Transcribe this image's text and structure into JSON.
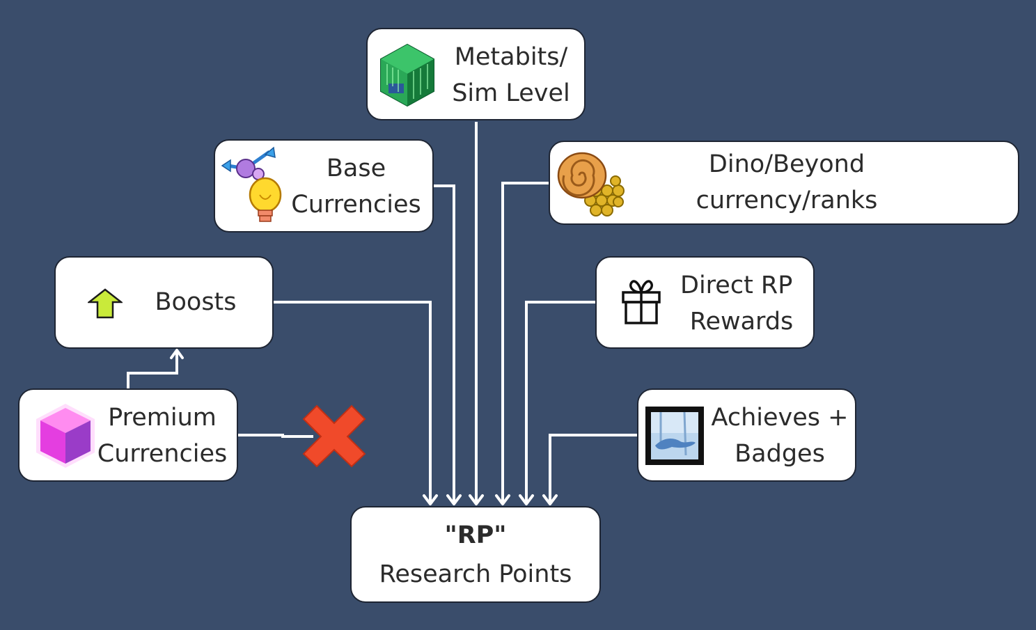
{
  "nodes": {
    "metabits": {
      "line1": "Metabits/",
      "line2": "Sim Level",
      "icon": "green-cube-icon"
    },
    "base": {
      "line1": "Base",
      "line2": "Currencies",
      "icon": "molecule-lightbulb-icon"
    },
    "dino": {
      "line1": "Dino/Beyond",
      "line2": "currency/ranks",
      "icon": "fossil-amber-icon"
    },
    "boosts": {
      "line1": "Boosts",
      "icon": "up-arrow-icon"
    },
    "direct": {
      "line1": "Direct RP",
      "line2": "Rewards",
      "icon": "gift-icon"
    },
    "premium": {
      "line1": "Premium",
      "line2": "Currencies",
      "icon": "pink-cube-icon"
    },
    "achieves": {
      "line1": "Achieves +",
      "line2": "Badges",
      "icon": "badge-picture-icon"
    },
    "rp": {
      "line1": "\"RP\"",
      "line2": "Research Points"
    }
  },
  "colors": {
    "background": "#3a4d6b",
    "box": "#ffffff",
    "wire": "#ffffff",
    "blocked": "#f04a2a"
  }
}
